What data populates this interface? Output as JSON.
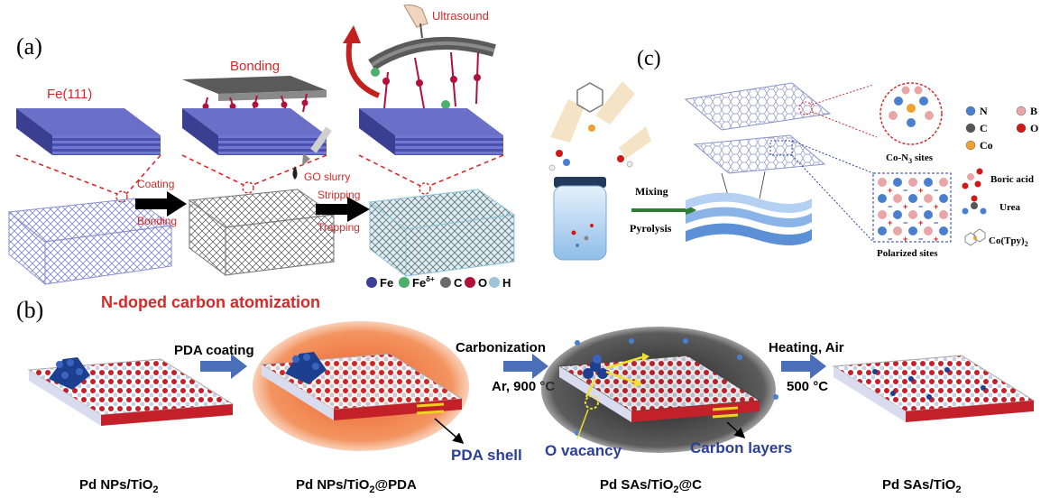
{
  "panel_a": {
    "label": "(a)",
    "fe_layer_label": "Fe(111)",
    "bonding_label": "Bonding",
    "ultrasound_label": "Ultrasound",
    "arrow1_top": "Coating",
    "arrow1_bottom": "Bonding",
    "go_slurry_label": "GO slurry",
    "arrow2_top": "Stripping",
    "arrow2_bottom": "Trapping",
    "legend": [
      {
        "symbol": "Fe",
        "sup": "",
        "color": "#3a3f9a"
      },
      {
        "symbol": "Fe",
        "sup": "δ+",
        "color": "#4caf6a"
      },
      {
        "symbol": "C",
        "sup": "",
        "color": "#6b6b6b"
      },
      {
        "symbol": "O",
        "sup": "",
        "color": "#b0103a"
      },
      {
        "symbol": "H",
        "sup": "",
        "color": "#9fc4d8"
      }
    ]
  },
  "panel_b": {
    "label": "(b)",
    "title": "N-doped carbon atomization",
    "step1": "PDA coating",
    "step2_top": "Carbonization",
    "step2_bottom": "Ar, 900 °C",
    "step3_top": "Heating, Air",
    "step3_bottom": "500 °C",
    "pda_shell": "PDA shell",
    "o_vacancy": "O vacancy",
    "carbon_layers": "Carbon layers",
    "captions": [
      "Pd NPs/TiO",
      "Pd NPs/TiO",
      "Pd SAs/TiO",
      "Pd SAs/TiO"
    ],
    "caption_sub": "2",
    "caption_suffix": [
      "",
      "@PDA",
      "@C",
      ""
    ]
  },
  "panel_c": {
    "label": "(c)",
    "arrow_top": "Mixing",
    "arrow_bottom": "Pyrolysis",
    "con3_label": "Co-N",
    "con3_sub": "3",
    "con3_suffix": " sites",
    "polarized_label": "Polarized sites",
    "legend": [
      {
        "symbol": "N",
        "color": "#4a7fd0"
      },
      {
        "symbol": "B",
        "color": "#e8a6a6"
      },
      {
        "symbol": "C",
        "color": "#555555"
      },
      {
        "symbol": "O",
        "color": "#d01818"
      },
      {
        "symbol": "Co",
        "color": "#f0a030"
      }
    ],
    "molecules": [
      "Boric acid",
      "Urea",
      "Co(Tpy)"
    ],
    "molecule_sub": "2"
  },
  "colors": {
    "red_text": "#d42a2a",
    "blue_text": "#2b3f98",
    "arrow_blue": "#4a6fb8",
    "arrow_green": "#2e7d32"
  }
}
